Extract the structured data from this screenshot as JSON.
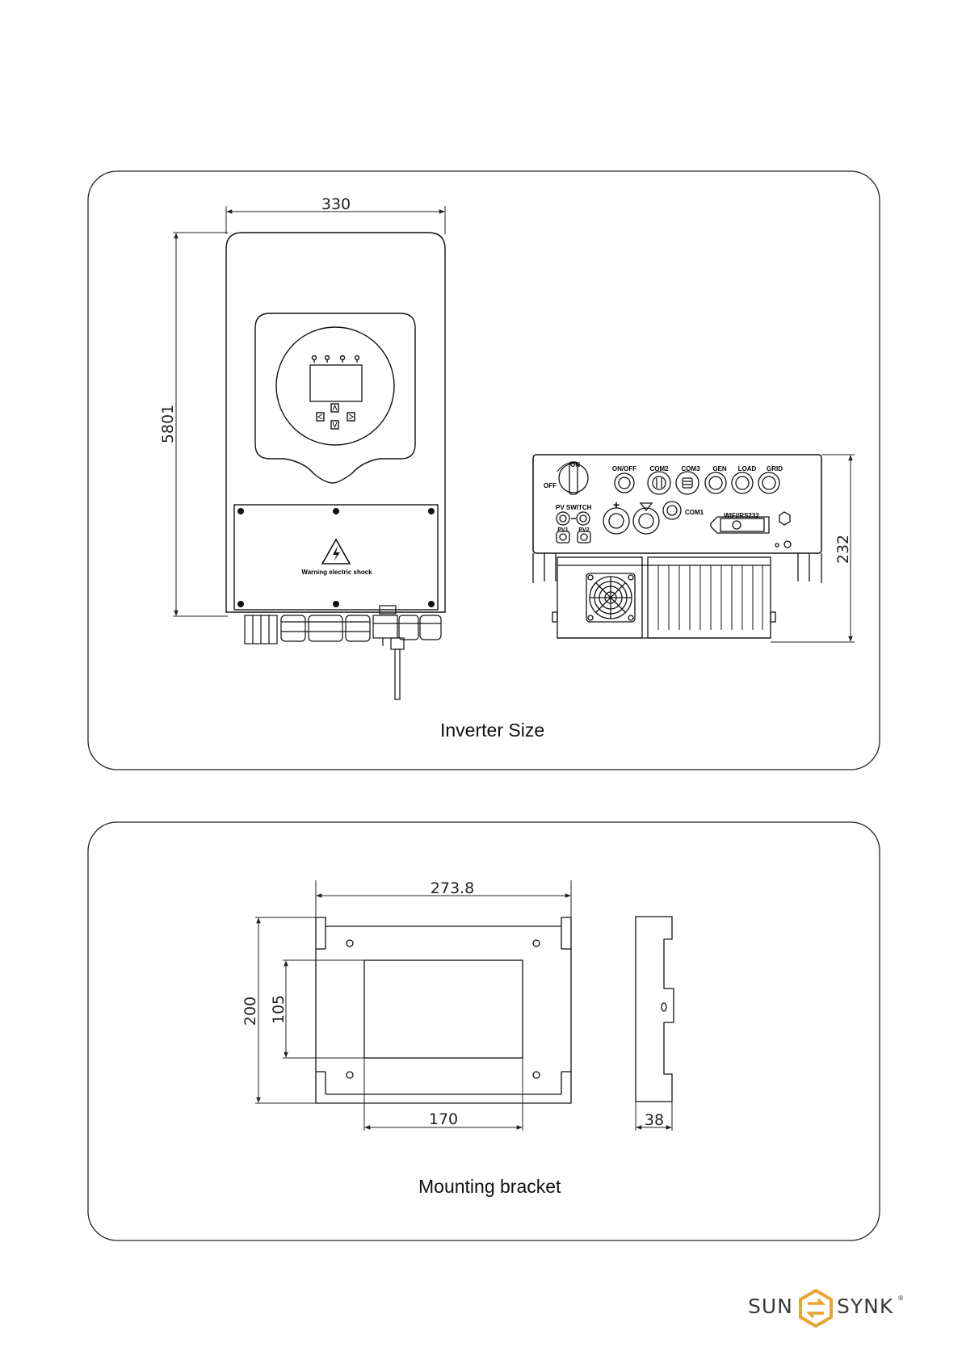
{
  "panels": {
    "inverter_size": {
      "caption": "Inverter Size",
      "dimensions": {
        "width": "330",
        "height": "5801",
        "depth": "232"
      },
      "front_panel": {
        "warning_text": "Warning electric shock"
      },
      "bottom_panel": {
        "on_label": "ON",
        "off_label": "OFF",
        "port_labels": [
          "ON/OFF",
          "COM2",
          "COM3",
          "GEN",
          "LOAD",
          "GRID"
        ],
        "pv_switch_label": "PV SWITCH",
        "plus_label": "+",
        "minus_label": "−",
        "com1_label": "COM1",
        "wifi_label": "WIFI/RS232",
        "pv1_label": "PV1",
        "pv2_label": "PV2"
      }
    },
    "mounting_bracket": {
      "caption": "Mounting bracket",
      "dimensions": {
        "overall_width": "273.8",
        "overall_height": "200",
        "inner_height": "105",
        "inner_width": "170",
        "depth": "38"
      }
    }
  },
  "brand": {
    "left": "SUN",
    "right": "SYNK",
    "mark": "®",
    "accent_color": "#e8a532",
    "text_color": "#3a3a3a"
  }
}
